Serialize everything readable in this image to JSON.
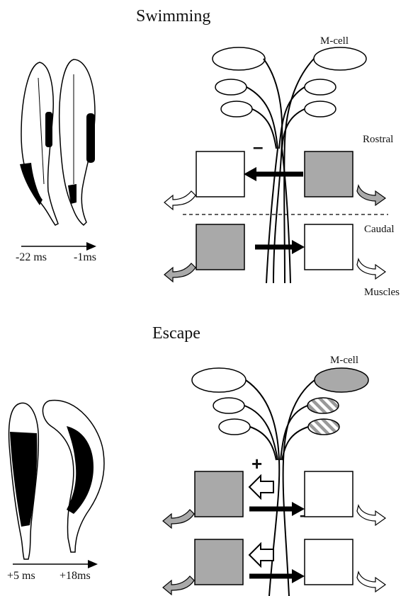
{
  "colors": {
    "gray": "#a9a9a9",
    "black": "#000000",
    "white": "#ffffff",
    "hatch": "#999999"
  },
  "swimming": {
    "title": "Swimming",
    "mcell_label": "M-cell",
    "rostral_label": "Rostral",
    "caudal_label": "Caudal",
    "muscles_label": "Muscles",
    "inhibition_sign": "–",
    "time_start": "-22 ms",
    "time_end": "-1ms"
  },
  "escape": {
    "title": "Escape",
    "mcell_label": "M-cell",
    "excitation_sign": "+",
    "inhibition_sign": "–",
    "time_start": "+5 ms",
    "time_end": "+18ms"
  }
}
